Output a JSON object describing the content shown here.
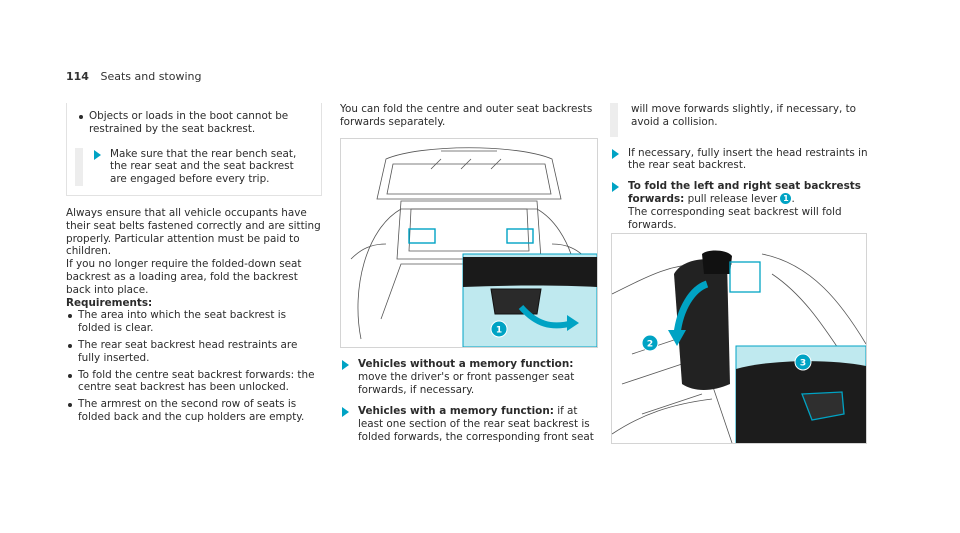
{
  "header": {
    "page_number": "114",
    "section": "Seats and stowing"
  },
  "col1": {
    "box": {
      "bullet": "Objects or loads in the boot cannot be restrained by the seat backrest.",
      "step": "Make sure that the rear bench seat, the rear seat and the seat backrest are engaged before every trip."
    },
    "para1": "Always ensure that all vehicle occupants have their seat belts fastened correctly and are sitting properly. Particular attention must be paid to children.",
    "para2": "If you no longer require the folded-down seat backrest as a loading area, fold the backrest back into place.",
    "requirements_label": "Requirements:",
    "requirements": [
      "The area into which the seat backrest is folded is clear.",
      "The rear seat backrest head restraints are fully inserted.",
      "To fold the centre seat backrest forwards: the centre seat backrest has been unlocked.",
      "The armrest on the second row of seats is folded back and the cup holders are empty."
    ]
  },
  "col2": {
    "intro": "You can fold the centre and outer seat backrests forwards separately.",
    "steps": [
      {
        "label": "Vehicles without a memory function:",
        "text": "move the driver's or front passenger seat forwards, if necessary."
      },
      {
        "label": "Vehicles with a memory function:",
        "text": "if at least one section of the rear seat backrest is folded forwards, the corresponding front seat"
      }
    ],
    "figure1_callouts": [
      "1"
    ]
  },
  "col3": {
    "continuation": "will move forwards slightly, if necessary, to avoid a collision.",
    "step1": "If necessary, fully insert the head restraints in the rear seat backrest.",
    "step2_label": "To fold the left and right seat backrests forwards:",
    "step2_text_a": "pull release lever",
    "step2_callout": "1",
    "step2_text_b": ".",
    "step2_text_c": "The corresponding seat backrest will fold forwards.",
    "figure2_callouts": [
      "2",
      "3"
    ]
  },
  "colors": {
    "accent": "#00a3c4",
    "highlight": "#bfe9ef"
  }
}
